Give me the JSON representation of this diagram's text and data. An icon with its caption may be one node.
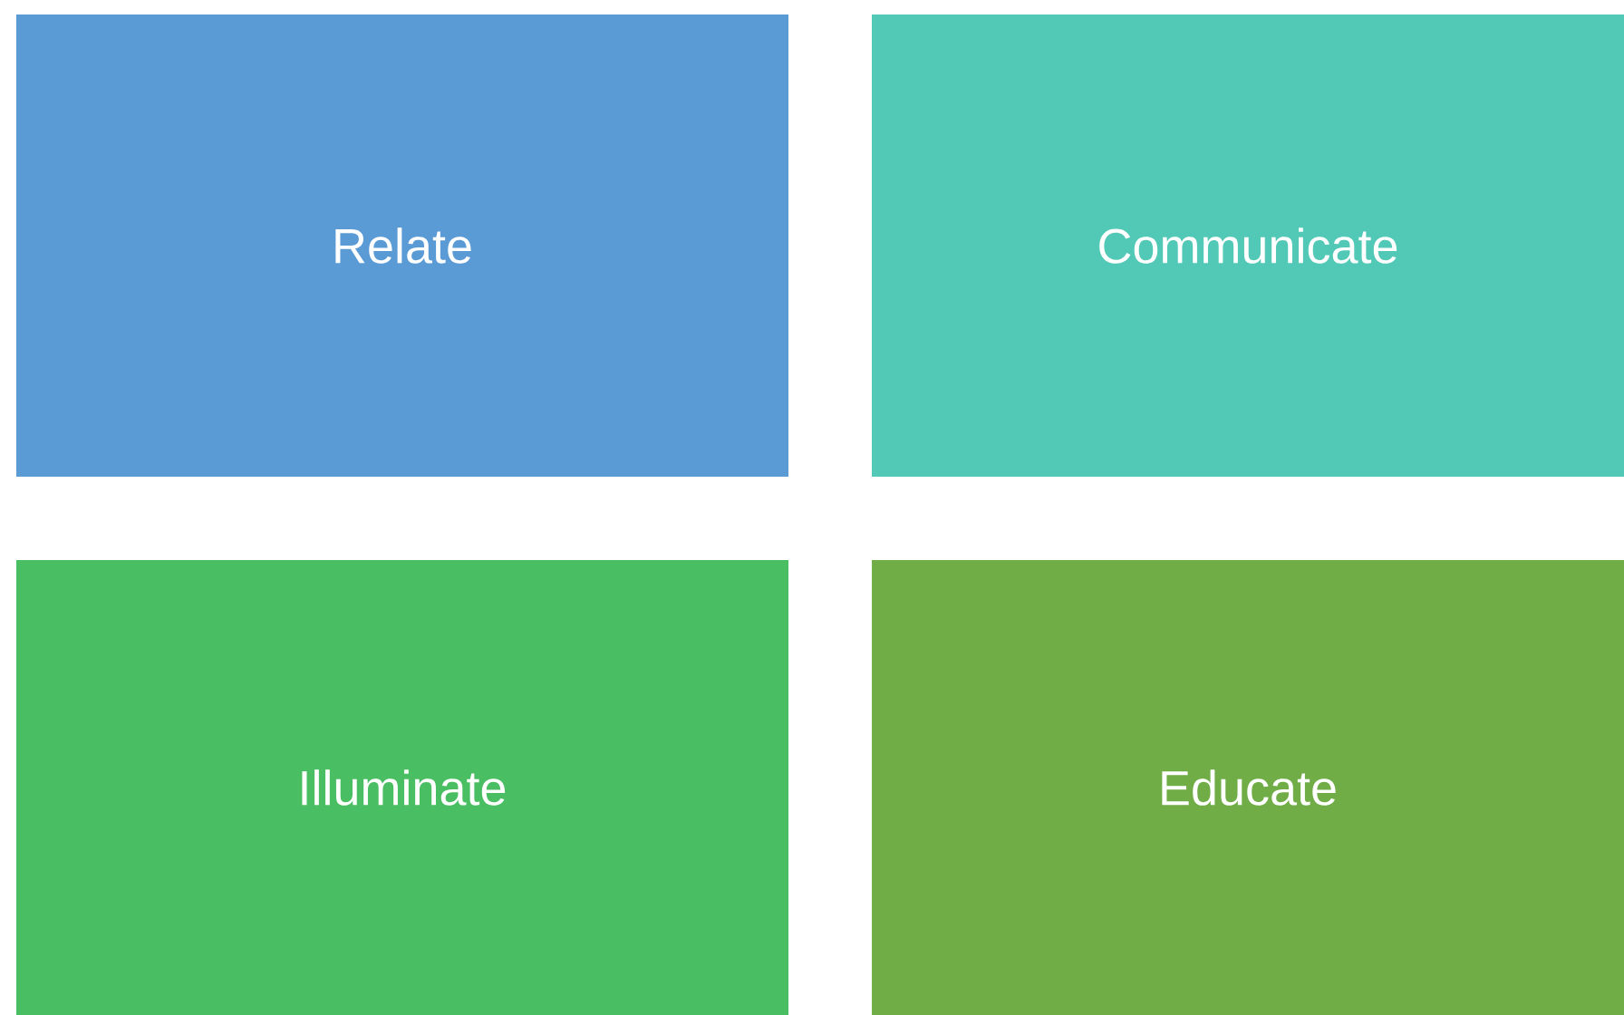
{
  "diagram": {
    "nodes": [
      {
        "text": [
          "Relate"
        ]
      },
      {
        "text": [
          "Communicate"
        ]
      },
      {
        "text": [
          "Illuminate"
        ]
      },
      {
        "text": [
          "Educate"
        ]
      }
    ]
  }
}
